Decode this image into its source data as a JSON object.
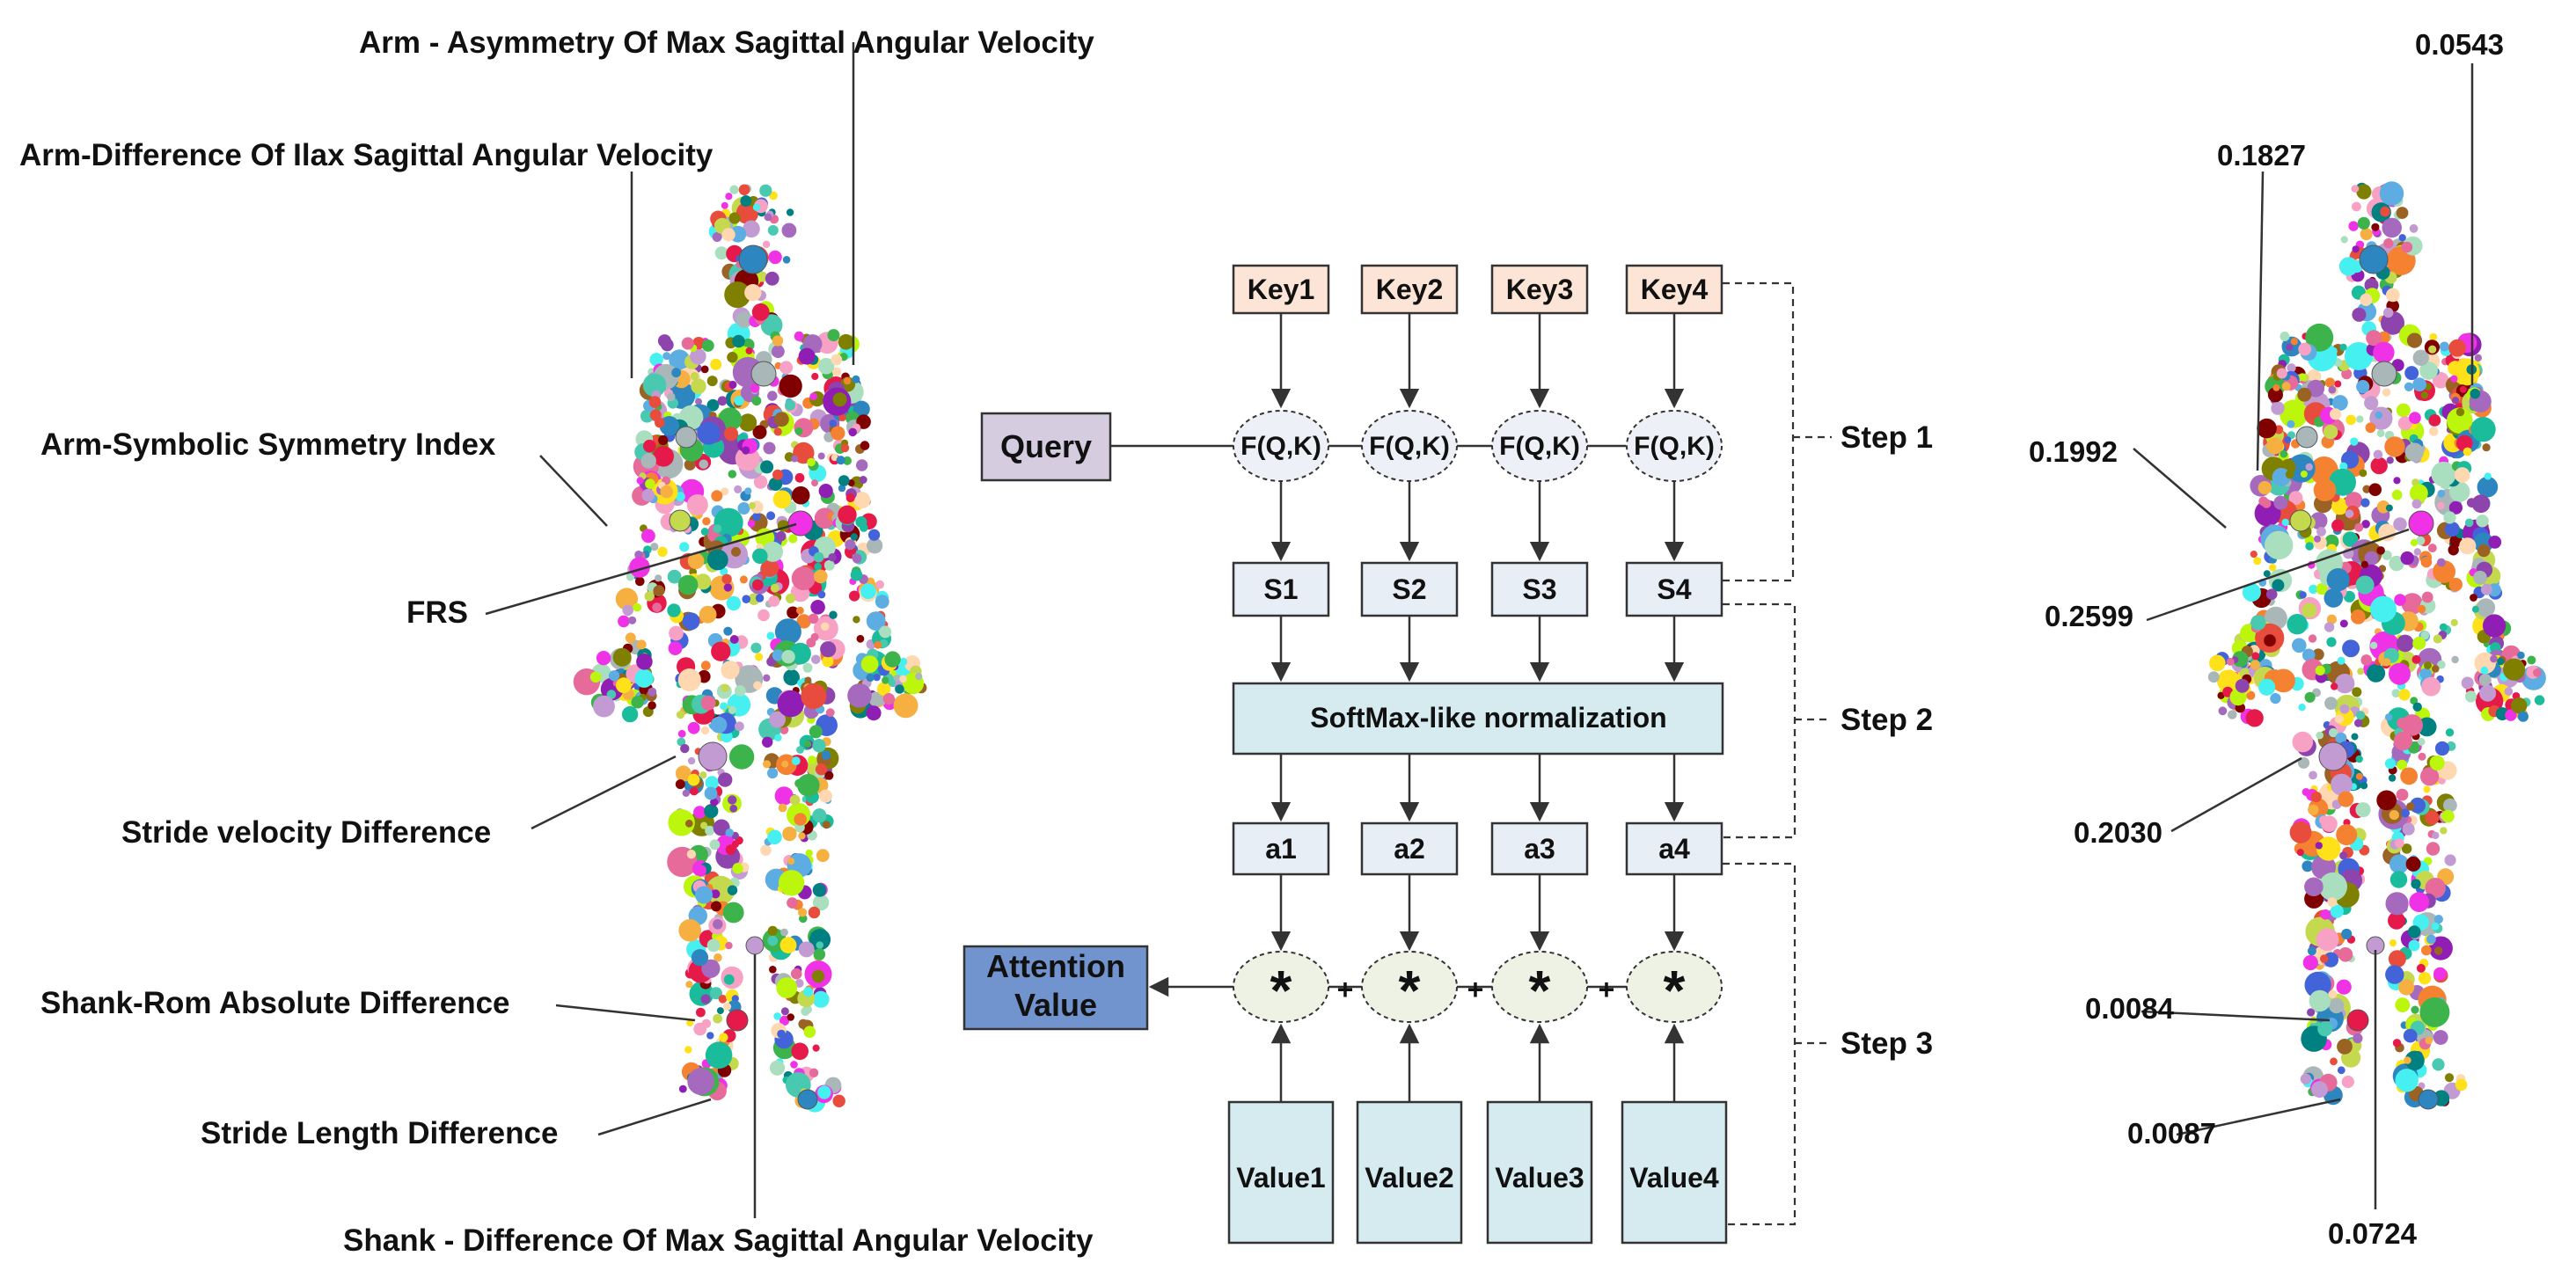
{
  "left_figure": {
    "labels": [
      {
        "id": "arm-asym",
        "text": "Arm - Asymmetry Of Max Sagittal Angular Velocity"
      },
      {
        "id": "arm-diff",
        "text": "Arm-Difference Of Ilax Sagittal Angular Velocity"
      },
      {
        "id": "arm-ssi",
        "text": "Arm-Symbolic Symmetry Index"
      },
      {
        "id": "frs",
        "text": "FRS"
      },
      {
        "id": "stride-vel",
        "text": "Stride velocity Difference"
      },
      {
        "id": "shank-rom",
        "text": "Shank-Rom Absolute Difference"
      },
      {
        "id": "stride-len",
        "text": "Stride Length Difference"
      },
      {
        "id": "shank-diff",
        "text": "Shank - Difference Of Max Sagittal Angular Velocity"
      }
    ]
  },
  "right_figure": {
    "values": [
      {
        "id": "arm-asym",
        "text": "0.0543"
      },
      {
        "id": "arm-diff",
        "text": "0.1827"
      },
      {
        "id": "arm-ssi",
        "text": "0.1992"
      },
      {
        "id": "frs",
        "text": "0.2599"
      },
      {
        "id": "stride-vel",
        "text": "0.2030"
      },
      {
        "id": "shank-rom",
        "text": "0.0084"
      },
      {
        "id": "stride-len",
        "text": "0.0087"
      },
      {
        "id": "shank-diff",
        "text": "0.0724"
      }
    ]
  },
  "attention": {
    "keys": [
      "Key1",
      "Key2",
      "Key3",
      "Key4"
    ],
    "score_function": "F(Q,K)",
    "scores": [
      "S1",
      "S2",
      "S3",
      "S4"
    ],
    "weights": [
      "a1",
      "a2",
      "a3",
      "a4"
    ],
    "values": [
      "Value1",
      "Value2",
      "Value3",
      "Value4"
    ],
    "query": "Query",
    "normalization": "SoftMax-like normalization",
    "output_line1": "Attention",
    "output_line2": "Value",
    "multiply_symbol": "*",
    "plus_symbol": "+",
    "steps": [
      "Step 1",
      "Step 2",
      "Step 3"
    ]
  },
  "colors": {
    "key_fill": "#FCE4D6",
    "box_fill": "#E8EEF6",
    "norm_fill": "#D5EBEF",
    "value_fill": "#D5EBEF",
    "query_fill": "#D5CCE0",
    "output_fill": "#7294CE",
    "ellipse_fill": "#EEF0F7",
    "mult_fill": "#EEF2E5",
    "line": "#333333",
    "dot_palette": [
      "#E6194B",
      "#3CB44B",
      "#FFE119",
      "#4363D8",
      "#F58231",
      "#911EB4",
      "#46F0F0",
      "#F032E6",
      "#BCF60C",
      "#E66A9A",
      "#008080",
      "#C39BD3",
      "#9A6324",
      "#AAB7B8",
      "#800000",
      "#A9DFBF",
      "#808000",
      "#FFD8B1",
      "#2E86C1",
      "#C5D94E",
      "#8E44AD",
      "#F7A1C4",
      "#1ABC9C",
      "#E74C3C",
      "#5DADE2",
      "#A569BD",
      "#F5B041",
      "#48C9B0"
    ]
  }
}
